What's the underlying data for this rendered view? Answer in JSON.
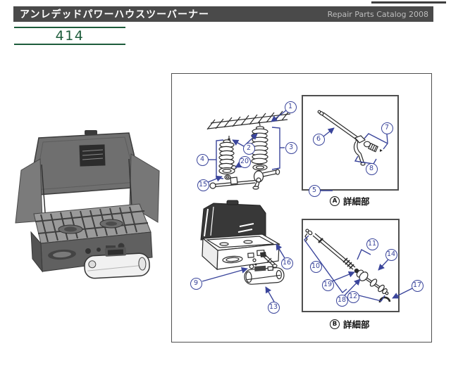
{
  "header": {
    "title": "アンレデッドパワーハウスツーバーナー",
    "catalog": "Repair Parts Catalog 2008"
  },
  "model": {
    "number": "414"
  },
  "insets": {
    "a": {
      "badge": "A",
      "label": "詳細部"
    },
    "b": {
      "badge": "B",
      "label": "詳細部"
    }
  },
  "callouts": {
    "n1": "1",
    "n2": "2",
    "n3": "3",
    "n4": "4",
    "n5": "5",
    "n6": "6",
    "n7": "7",
    "n8": "8",
    "n9": "9",
    "n10": "10",
    "n11": "11",
    "n12": "12",
    "n13": "13",
    "n14": "14",
    "n15": "15",
    "n16": "16",
    "n17": "17",
    "n18": "18",
    "n19": "19",
    "n20": "20"
  },
  "colors": {
    "callout_blue": "#3a459b",
    "accent_green": "#1d5c3b",
    "header_bg": "#4a4a4a",
    "header_muted": "#bdbdbd",
    "frame_gray": "#4f4f4f"
  }
}
